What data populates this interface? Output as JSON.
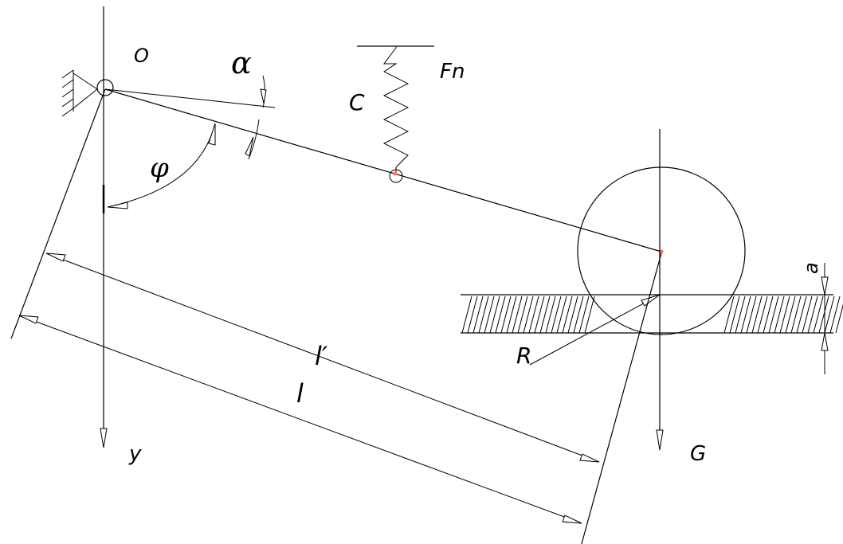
{
  "labels": {
    "pivot": "O",
    "alpha": "α",
    "spring_force": "Fn",
    "spring_stiffness": "C",
    "phi": "φ",
    "length_prime": "l′",
    "length": "l",
    "y_axis": "y",
    "weight": "G",
    "radius": "R",
    "offset": "a"
  },
  "colors": {
    "line": "#000000",
    "background": "#ffffff",
    "point_marker": "#ff6b6b"
  }
}
